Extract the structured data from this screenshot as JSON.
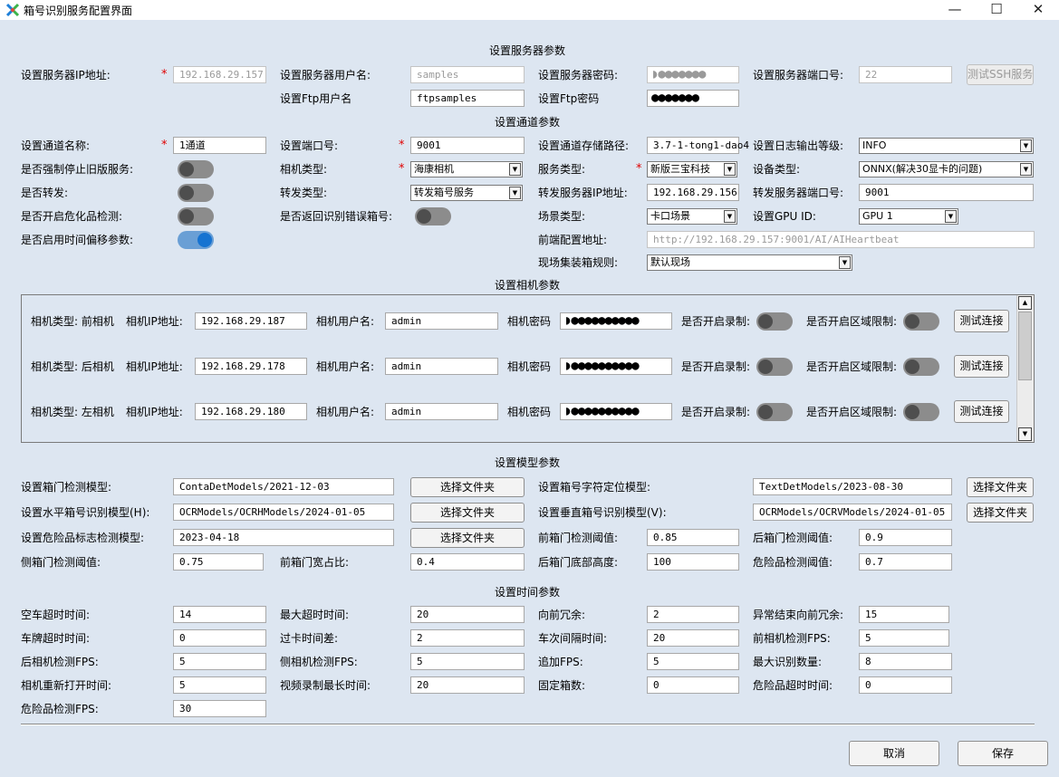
{
  "window": {
    "title": "箱号识别服务配置界面",
    "minimize": "—",
    "maximize": "☐",
    "close": "✕"
  },
  "server": {
    "heading": "设置服务器参数",
    "ip_label": "设置服务器IP地址:",
    "ip_value": "192.168.29.157",
    "user_label": "设置服务器用户名:",
    "user_value": "samples",
    "pwd_label": "设置服务器密码:",
    "pwd_value": "◗●●●●●●●",
    "port_label": "设置服务器端口号:",
    "port_value": "22",
    "ssh_button": "测试SSH服务",
    "ftp_user_label": "设置Ftp用户名",
    "ftp_user_value": "ftpsamples",
    "ftp_pwd_label": "设置Ftp密码",
    "ftp_pwd_value": "●●●●●●●"
  },
  "channel": {
    "heading": "设置通道参数",
    "name_label": "设置通道名称:",
    "name_value": "1通道",
    "port_label": "设置端口号:",
    "port_value": "9001",
    "path_label": "设置通道存储路径:",
    "path_value": "3.7-1-tong1-dao4",
    "log_label": "设置日志输出等级:",
    "log_value": "INFO",
    "stop_old_label": "是否强制停止旧版服务:",
    "camera_type_label": "相机类型:",
    "camera_type_value": "海康相机",
    "service_type_label": "服务类型:",
    "service_type_value": "新版三宝科技",
    "device_type_label": "设备类型:",
    "device_type_value": "ONNX(解决30显卡的问题)",
    "forward_label": "是否转发:",
    "forward_type_label": "转发类型:",
    "forward_type_value": "转发箱号服务",
    "forward_ip_label": "转发服务器IP地址:",
    "forward_ip_value": "192.168.29.156",
    "forward_port_label": "转发服务器端口号:",
    "forward_port_value": "9001",
    "hazard_label": "是否开启危化品检测:",
    "return_err_label": "是否返回识别错误箱号:",
    "scene_label": "场景类型:",
    "scene_value": "卡口场景",
    "gpu_label": "设置GPU ID:",
    "gpu_value": "GPU 1",
    "offset_label": "是否启用时间偏移参数:",
    "frontend_label": "前端配置地址:",
    "frontend_value": "http://192.168.29.157:9001/AI/AIHeartbeat",
    "rule_label": "现场集装箱规则:",
    "rule_value": "默认现场"
  },
  "camera": {
    "heading": "设置相机参数",
    "rows": [
      {
        "type": "相机类型: 前相机",
        "ip_label": "相机IP地址:",
        "ip": "192.168.29.187",
        "user_label": "相机用户名:",
        "user": "admin",
        "pwd_label": "相机密码",
        "pwd": "◗●●●●●●●●●●",
        "rec_label": "是否开启录制:",
        "zone_label": "是否开启区域限制:",
        "test": "测试连接"
      },
      {
        "type": "相机类型: 后相机",
        "ip_label": "相机IP地址:",
        "ip": "192.168.29.178",
        "user_label": "相机用户名:",
        "user": "admin",
        "pwd_label": "相机密码",
        "pwd": "◗●●●●●●●●●●",
        "rec_label": "是否开启录制:",
        "zone_label": "是否开启区域限制:",
        "test": "测试连接"
      },
      {
        "type": "相机类型: 左相机",
        "ip_label": "相机IP地址:",
        "ip": "192.168.29.180",
        "user_label": "相机用户名:",
        "user": "admin",
        "pwd_label": "相机密码",
        "pwd": "◗●●●●●●●●●●",
        "rec_label": "是否开启录制:",
        "zone_label": "是否开启区域限制:",
        "test": "测试连接"
      }
    ]
  },
  "model": {
    "heading": "设置模型参数",
    "door_label": "设置箱门检测模型:",
    "door_value": "ContaDetModels/2021-12-03",
    "char_label": "设置箱号字符定位模型:",
    "char_value": "TextDetModels/2023-08-30",
    "hocr_label": "设置水平箱号识别模型(H):",
    "hocr_value": "OCRModels/OCRHModels/2024-01-05",
    "vocr_label": "设置垂直箱号识别模型(V):",
    "vocr_value": "OCRModels/OCRVModels/2024-01-05",
    "hazmark_label": "设置危险品标志检测模型:",
    "hazmark_value": "2023-04-18",
    "choose_folder": "选择文件夹",
    "front_door_thr_label": "前箱门检测阈值:",
    "front_door_thr": "0.85",
    "back_door_thr_label": "后箱门检测阈值:",
    "back_door_thr": "0.9",
    "side_door_thr_label": "侧箱门检测阈值:",
    "side_door_thr": "0.75",
    "front_width_label": "前箱门宽占比:",
    "front_width": "0.4",
    "back_bottom_label": "后箱门底部高度:",
    "back_bottom": "100",
    "hazard_thr_label": "危险品检测阈值:",
    "hazard_thr": "0.7"
  },
  "timing": {
    "heading": "设置时间参数",
    "empty_timeout_label": "空车超时时间:",
    "empty_timeout": "14",
    "max_timeout_label": "最大超时时间:",
    "max_timeout": "20",
    "forward_redund_label": "向前冗余:",
    "forward_redund": "2",
    "abnormal_end_label": "异常结束向前冗余:",
    "abnormal_end": "15",
    "plate_timeout_label": "车牌超时时间:",
    "plate_timeout": "0",
    "gate_diff_label": "过卡时间差:",
    "gate_diff": "2",
    "interval_label": "车次间隔时间:",
    "interval": "20",
    "front_fps_label": "前相机检测FPS:",
    "front_fps": "5",
    "back_fps_label": "后相机检测FPS:",
    "back_fps": "5",
    "side_fps_label": "侧相机检测FPS:",
    "side_fps": "5",
    "add_fps_label": "追加FPS:",
    "add_fps": "5",
    "max_count_label": "最大识别数量:",
    "max_count": "8",
    "reopen_label": "相机重新打开时间:",
    "reopen": "5",
    "video_max_label": "视频录制最长时间:",
    "video_max": "20",
    "fixed_count_label": "固定箱数:",
    "fixed_count": "0",
    "hazard_timeout_label": "危险品超时时间:",
    "hazard_timeout": "0",
    "hazard_fps_label": "危险品检测FPS:",
    "hazard_fps": "30"
  },
  "footer": {
    "cancel": "取消",
    "save": "保存"
  }
}
